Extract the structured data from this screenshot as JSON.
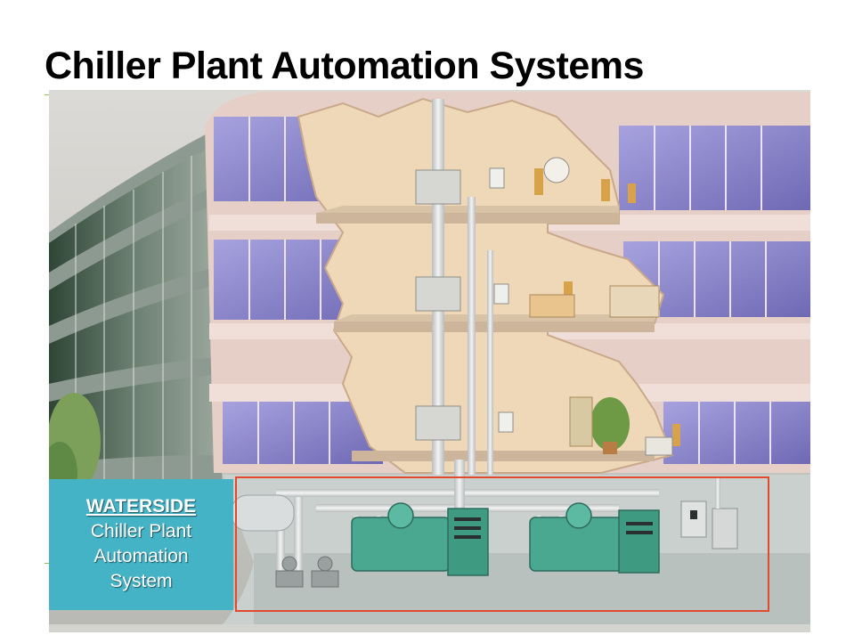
{
  "slide": {
    "title": "Chiller Plant Automation Systems"
  },
  "callout": {
    "heading": "WATERSIDE",
    "line1": "Chiller Plant",
    "line2": "Automation",
    "line3": "System"
  },
  "colors": {
    "building_wall": "#e6cfc6",
    "window_glass": "#8c86c9",
    "callout_bg": "#45b3c6",
    "highlight_border": "#e04a2f",
    "equipment": "#4aa890"
  }
}
